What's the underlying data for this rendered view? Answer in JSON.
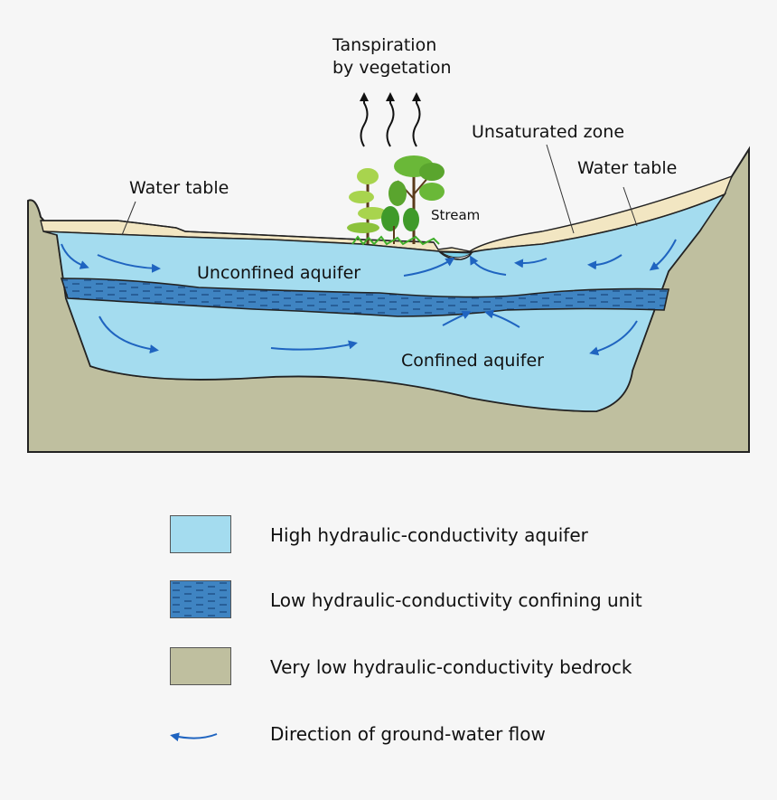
{
  "labels": {
    "transpiration_line1": "Tanspiration",
    "transpiration_line2": "by vegetation",
    "unsaturated_zone": "Unsaturated zone",
    "water_table_left": "Water table",
    "water_table_right": "Water table",
    "stream": "Stream",
    "unconfined_aquifer": "Unconfined aquifer",
    "confined_aquifer": "Confined aquifer"
  },
  "legend": [
    {
      "key": "aquifer",
      "label": "High hydraulic-conductivity aquifer",
      "color": "#a4dcef"
    },
    {
      "key": "confining",
      "label": "Low hydraulic-conductivity confining unit",
      "color": "#3f84c2"
    },
    {
      "key": "bedrock",
      "label": "Very low hydraulic-conductivity bedrock",
      "color": "#bfbf9f"
    },
    {
      "key": "flow",
      "label": "Direction of ground-water flow",
      "color": "#1f64c0"
    }
  ],
  "colors": {
    "aquifer": "#a4dcef",
    "confining": "#3f84c2",
    "bedrock": "#bfbf9f",
    "unsaturated": "#f2e6c2",
    "flow_arrow": "#1f64c0",
    "tree_green": "#7cc23a",
    "tree_green_dark": "#3f9a2a"
  }
}
